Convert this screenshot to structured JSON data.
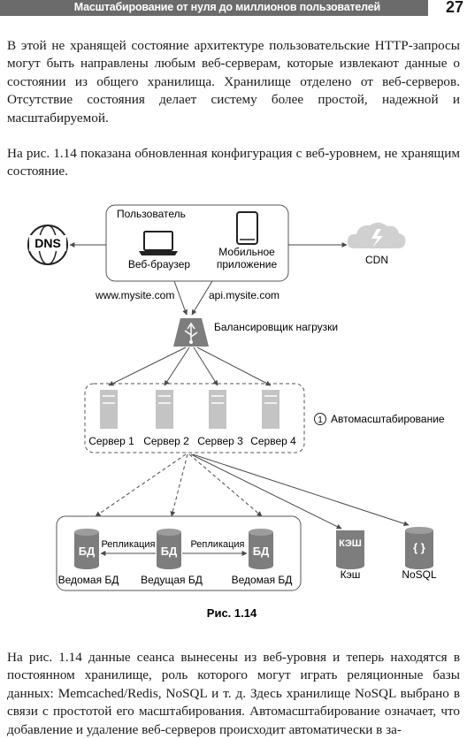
{
  "header": {
    "title": "Масштабирование от нуля до миллионов пользователей",
    "page_number": "27"
  },
  "paragraphs": [
    "В этой не хранящей состояние архитектуре пользовательские HTTP-запросы могут быть направлены любым веб-серверам, которые извлекают данные о состоянии из общего хранилища. Хранилище отделено от веб-серверов. Отсутствие состояния делает систему более простой, надежной и масштабируемой.",
    "На рис. 1.14 показана обновленная конфигурация с веб-уровнем, не хранящим состояние.",
    "На рис. 1.14 данные сеанса вынесены из веб-уровня и теперь находятся в постоянном хранилище, роль которого могут играть реляционные базы данных: Memcached/Redis, NoSQL и т. д. Здесь хранилище NoSQL выбрано в связи с простотой его масштабирования. Автомасштабирование означает, что добавление и удаление веб-серверов происходит автоматически в за-"
  ],
  "diagram": {
    "user_label": "Пользователь",
    "dns_label": "DNS",
    "browser_label": "Веб-браузер",
    "mobile_label_1": "Мобильное",
    "mobile_label_2": "приложение",
    "cdn_label": "CDN",
    "domain_web": "www.mysite.com",
    "domain_api": "api.mysite.com",
    "load_balancer_label": "Балансировщик нагрузки",
    "autoscale_number": "1",
    "autoscale_label": "Автомасштабирование",
    "servers": [
      "Сервер 1",
      "Сервер 2",
      "Сервер 3",
      "Сервер 4"
    ],
    "db_icon_text": "БД",
    "replication_label": "Репликация",
    "db_slave_left": "Ведомая БД",
    "db_master": "Ведущая БД",
    "db_slave_right": "Ведомая БД",
    "cache_icon_text": "КЭШ",
    "cache_label": "Кэш",
    "nosql_icon_text": "{ }",
    "nosql_label": "NoSQL",
    "figure_caption": "Рис. 1.14"
  },
  "colors": {
    "header_bar": "#6b6b6b",
    "icon_gray": "#7d7d7d",
    "server_gray": "#c4c4c4",
    "cdn_cloud": "#d0d0d0",
    "line": "#4a4a4a"
  }
}
